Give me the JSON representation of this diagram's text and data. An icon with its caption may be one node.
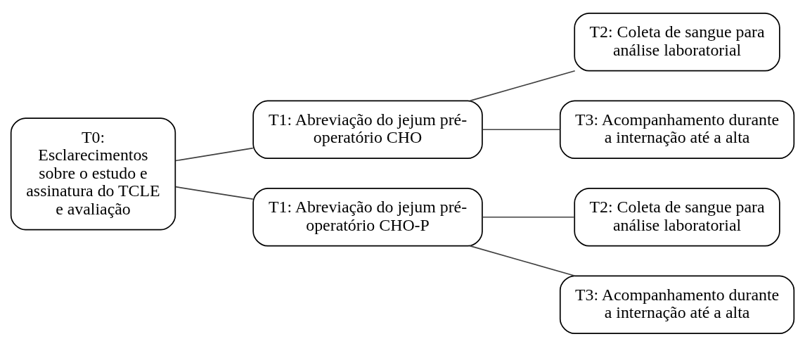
{
  "diagram": {
    "nodes": [
      {
        "text": [
          "T0: Esclarecimentos sobre o estudo e assinatura do TCLE e avaliação"
        ]
      },
      {
        "text": [
          "T1: Abreviação do jejum pré-operatório CHO"
        ]
      },
      {
        "text": [
          "T2: Coleta de sangue para análise laboratorial"
        ]
      },
      {
        "text": [
          "T3: Acompanhamento durante a internação até a alta"
        ]
      },
      {
        "text": [
          "T1: Abreviação do jejum pré-operatório CHO-P"
        ]
      },
      {
        "text": [
          "T2: Coleta de sangue para análise laboratorial"
        ]
      },
      {
        "text": [
          "T3: Acompanhamento durante a internação até a alta"
        ]
      }
    ],
    "edges": [
      {
        "from": 0,
        "to": 1,
        "arrow": "none"
      },
      {
        "from": 1,
        "to": 2,
        "arrow": "none"
      },
      {
        "from": 1,
        "to": 3,
        "arrow": "none"
      },
      {
        "from": 0,
        "to": 4,
        "arrow": "none"
      },
      {
        "from": 4,
        "to": 5,
        "arrow": "none"
      },
      {
        "from": 4,
        "to": 6,
        "arrow": "none"
      }
    ]
  }
}
